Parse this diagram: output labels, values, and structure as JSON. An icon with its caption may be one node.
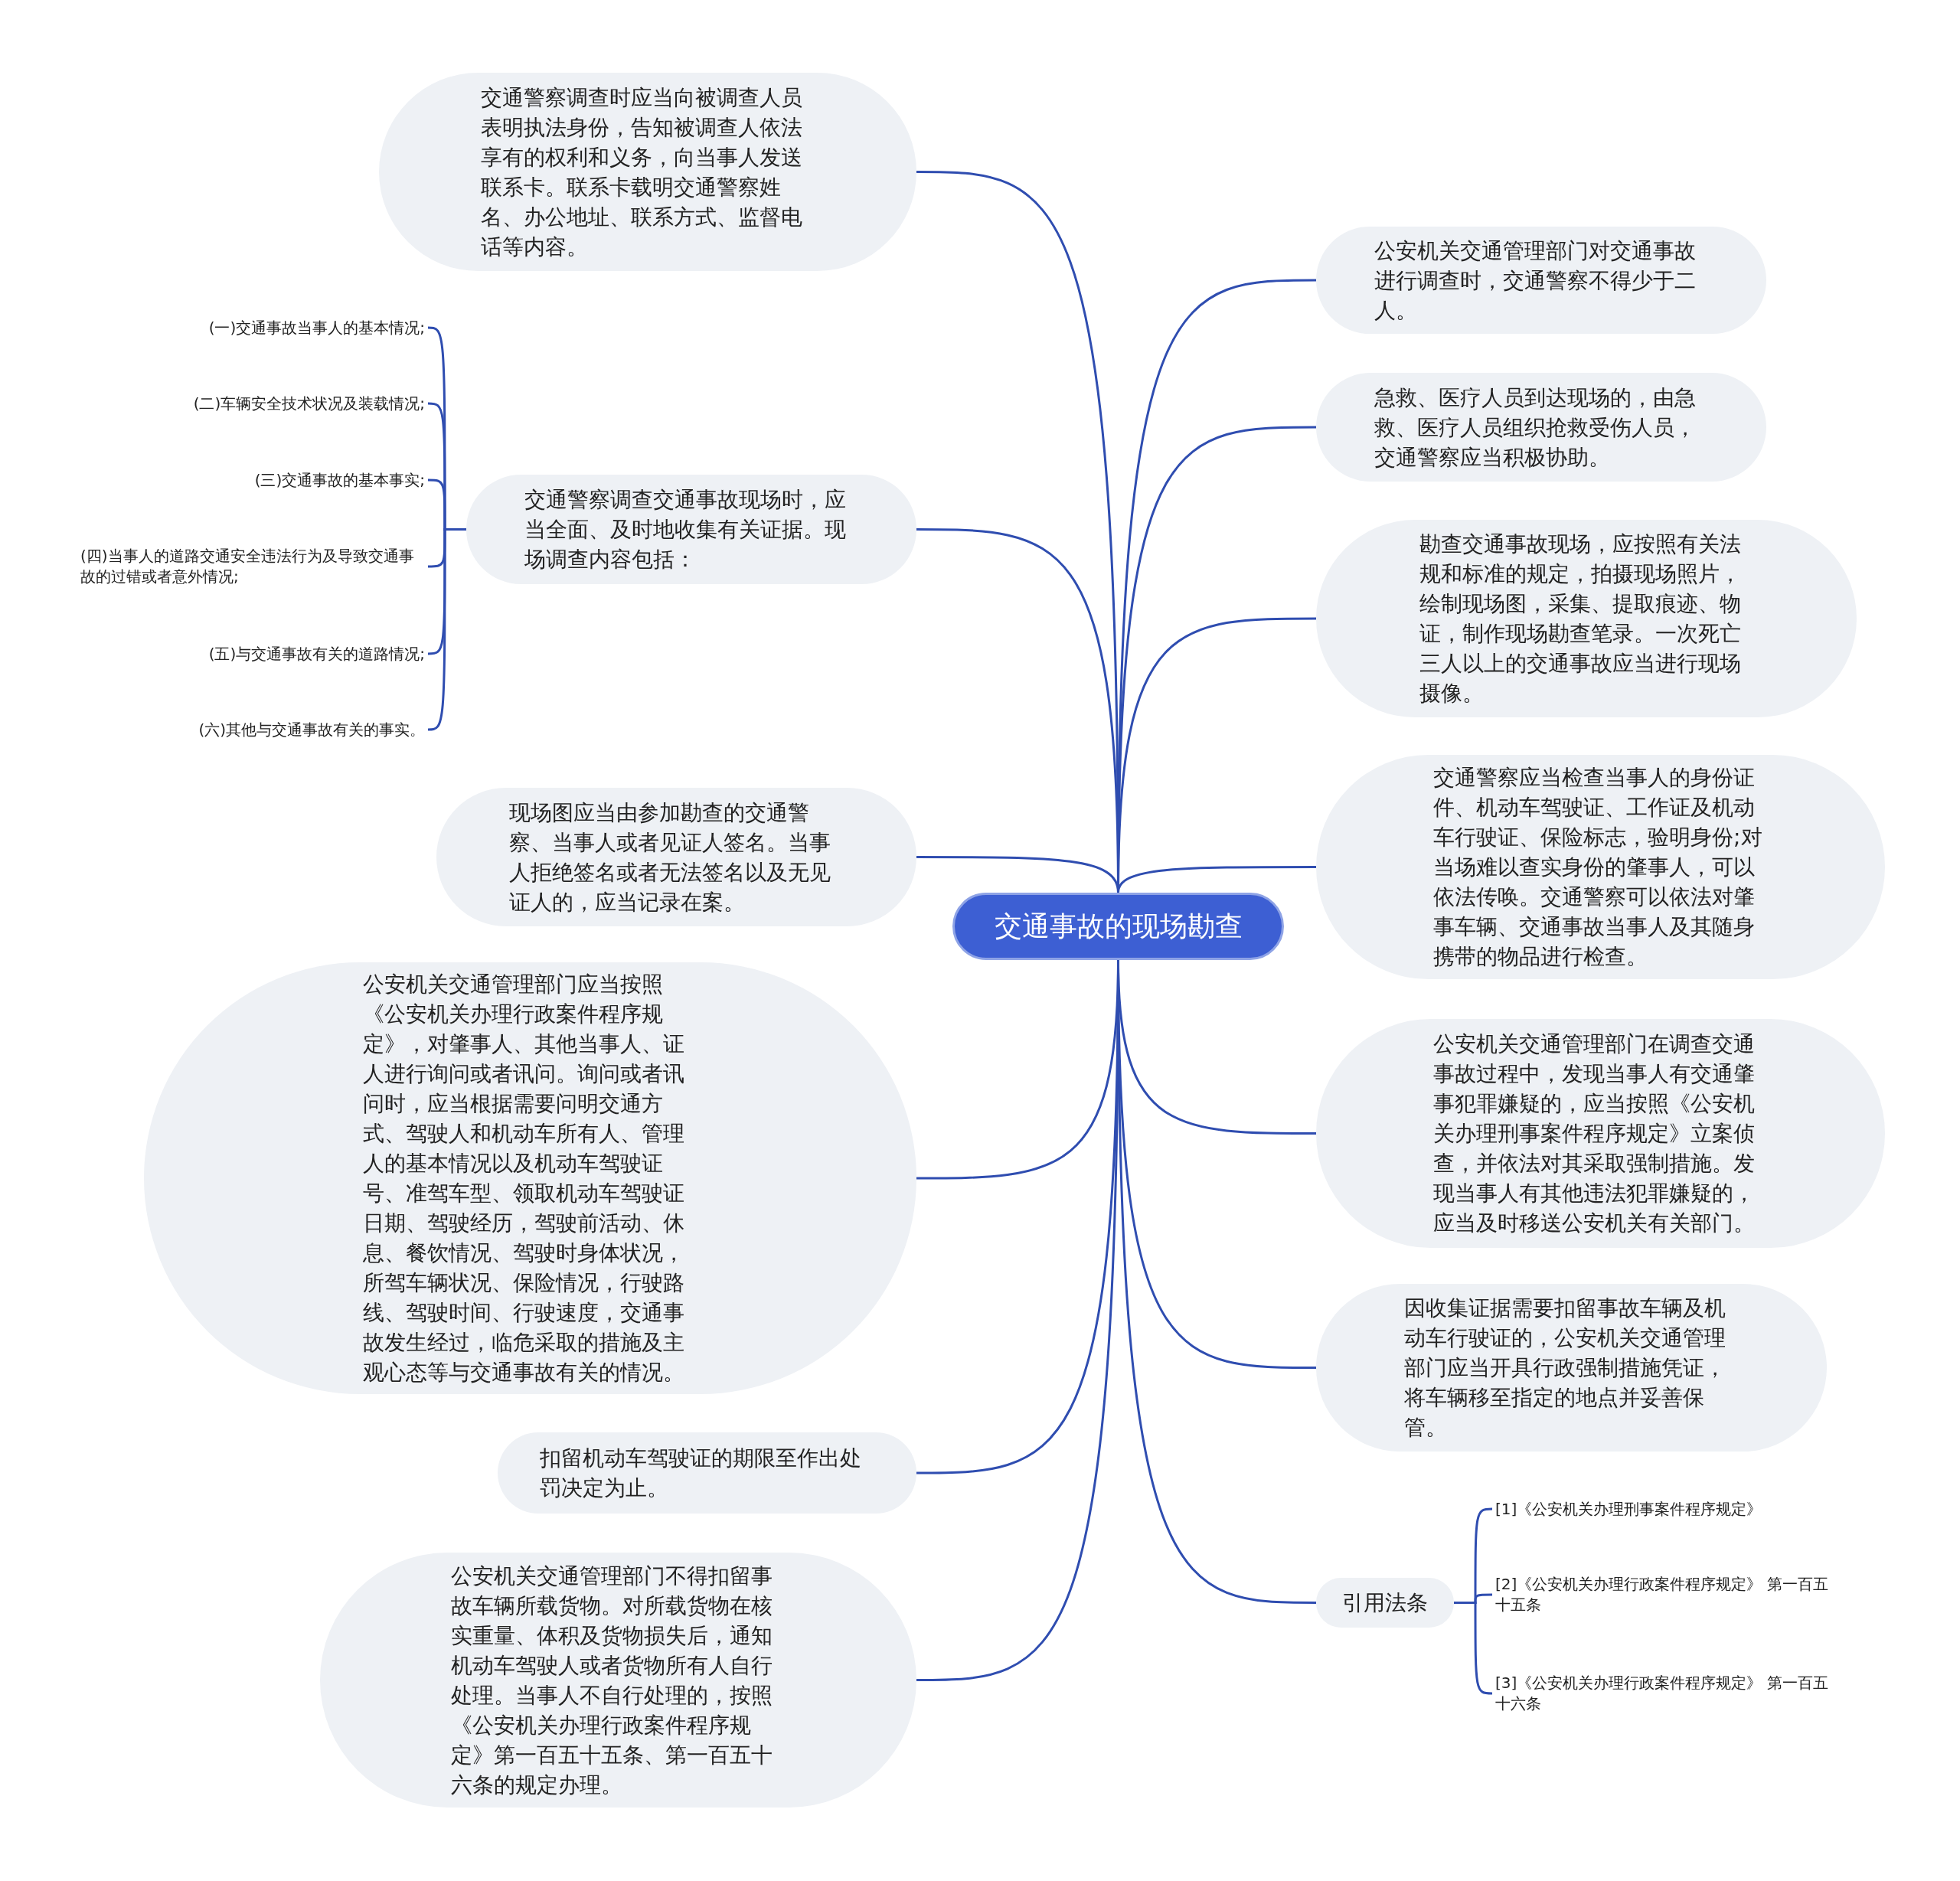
{
  "diagram": {
    "nodes": [
      {
        "text": [
          "交通事故的现场勘查"
        ]
      },
      {
        "text": [
          "交通警察调查时应当向被调查人员表明执法身份，告知被调查人依法享有的权利和义务，向当事人发送联系卡。联系卡载明交通警察姓名、办公地址、联系方式、监督电话等内容。"
        ]
      },
      {
        "text": [
          "交通警察调查交通事故现场时，应当全面、及时地收集有关证据。现场调查内容包括："
        ]
      },
      {
        "text": [
          "(一)交通事故当事人的基本情况;"
        ]
      },
      {
        "text": [
          "(二)车辆安全技术状况及装载情况;"
        ]
      },
      {
        "text": [
          "(三)交通事故的基本事实;"
        ]
      },
      {
        "text": [
          "(四)当事人的道路交通安全违法行为及导致交通事故的过错或者意外情况;"
        ]
      },
      {
        "text": [
          "(五)与交通事故有关的道路情况;"
        ]
      },
      {
        "text": [
          "(六)其他与交通事故有关的事实。"
        ]
      },
      {
        "text": [
          "现场图应当由参加勘查的交通警察、当事人或者见证人签名。当事人拒绝签名或者无法签名以及无见证人的，应当记录在案。"
        ]
      },
      {
        "text": [
          "公安机关交通管理部门应当按照《公安机关办理行政案件程序规定》，对肇事人、其他当事人、证人进行询问或者讯问。询问或者讯问时，应当根据需要问明交通方式、驾驶人和机动车所有人、管理人的基本情况以及机动车驾驶证号、准驾车型、领取机动车驾驶证日期、驾驶经历，驾驶前活动、休息、餐饮情况、驾驶时身体状况，所驾车辆状况、保险情况，行驶路线、驾驶时间、行驶速度，交通事故发生经过，临危采取的措施及主观心态等与交通事故有关的情况。"
        ]
      },
      {
        "text": [
          "扣留机动车驾驶证的期限至作出处罚决定为止。"
        ]
      },
      {
        "text": [
          "公安机关交通管理部门不得扣留事故车辆所载货物。对所载货物在核实重量、体积及货物损失后，通知机动车驾驶人或者货物所有人自行处理。当事人不自行处理的，按照《公安机关办理行政案件程序规定》第一百五十五条、第一百五十六条的规定办理。"
        ]
      },
      {
        "text": [
          "公安机关交通管理部门对交通事故进行调查时，交通警察不得少于二人。"
        ]
      },
      {
        "text": [
          "急救、医疗人员到达现场的，由急救、医疗人员组织抢救受伤人员，交通警察应当积极协助。"
        ]
      },
      {
        "text": [
          "勘查交通事故现场，应按照有关法规和标准的规定，拍摄现场照片，绘制现场图，采集、提取痕迹、物证，制作现场勘查笔录。一次死亡三人以上的交通事故应当进行现场摄像。"
        ]
      },
      {
        "text": [
          "交通警察应当检查当事人的身份证件、机动车驾驶证、工作证及机动车行驶证、保险标志，验明身份;对当场难以查实身份的肇事人，可以依法传唤。交通警察可以依法对肇事车辆、交通事故当事人及其随身携带的物品进行检查。"
        ]
      },
      {
        "text": [
          "公安机关交通管理部门在调查交通事故过程中，发现当事人有交通肇事犯罪嫌疑的，应当按照《公安机关办理刑事案件程序规定》立案侦查，并依法对其采取强制措施。发现当事人有其他违法犯罪嫌疑的，应当及时移送公安机关有关部门。"
        ]
      },
      {
        "text": [
          "因收集证据需要扣留事故车辆及机动车行驶证的，公安机关交通管理部门应当开具行政强制措施凭证，将车辆移至指定的地点并妥善保管。"
        ]
      },
      {
        "text": [
          "引用法条"
        ]
      },
      {
        "text": [
          "[1]《公安机关办理刑事案件程序规定》"
        ]
      },
      {
        "text": [
          "[2]《公安机关办理行政案件程序规定》 第一百五十五条"
        ]
      },
      {
        "text": [
          "[3]《公安机关办理行政案件程序规定》 第一百五十六条"
        ]
      }
    ],
    "edges": [
      {
        "from": 0,
        "to": 1,
        "arrow": "none"
      },
      {
        "from": 0,
        "to": 2,
        "arrow": "none"
      },
      {
        "from": 2,
        "to": 3,
        "arrow": "none"
      },
      {
        "from": 2,
        "to": 4,
        "arrow": "none"
      },
      {
        "from": 2,
        "to": 5,
        "arrow": "none"
      },
      {
        "from": 2,
        "to": 6,
        "arrow": "none"
      },
      {
        "from": 2,
        "to": 7,
        "arrow": "none"
      },
      {
        "from": 2,
        "to": 8,
        "arrow": "none"
      },
      {
        "from": 0,
        "to": 9,
        "arrow": "none"
      },
      {
        "from": 0,
        "to": 10,
        "arrow": "none"
      },
      {
        "from": 0,
        "to": 11,
        "arrow": "none"
      },
      {
        "from": 0,
        "to": 12,
        "arrow": "none"
      },
      {
        "from": 0,
        "to": 13,
        "arrow": "none"
      },
      {
        "from": 0,
        "to": 14,
        "arrow": "none"
      },
      {
        "from": 0,
        "to": 15,
        "arrow": "none"
      },
      {
        "from": 0,
        "to": 16,
        "arrow": "none"
      },
      {
        "from": 0,
        "to": 17,
        "arrow": "none"
      },
      {
        "from": 0,
        "to": 18,
        "arrow": "none"
      },
      {
        "from": 0,
        "to": 19,
        "arrow": "none"
      },
      {
        "from": 19,
        "to": 20,
        "arrow": "none"
      },
      {
        "from": 19,
        "to": 21,
        "arrow": "none"
      },
      {
        "from": 19,
        "to": 22,
        "arrow": "none"
      }
    ]
  }
}
